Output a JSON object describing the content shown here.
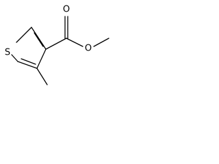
{
  "molecule": {
    "atoms": {
      "sulfur": "S",
      "carbonyl_oxygen": "O",
      "ester_oxygen": "O"
    }
  },
  "colors": {
    "background": "#ffffff",
    "bond": "#000000",
    "label": "#000000"
  }
}
